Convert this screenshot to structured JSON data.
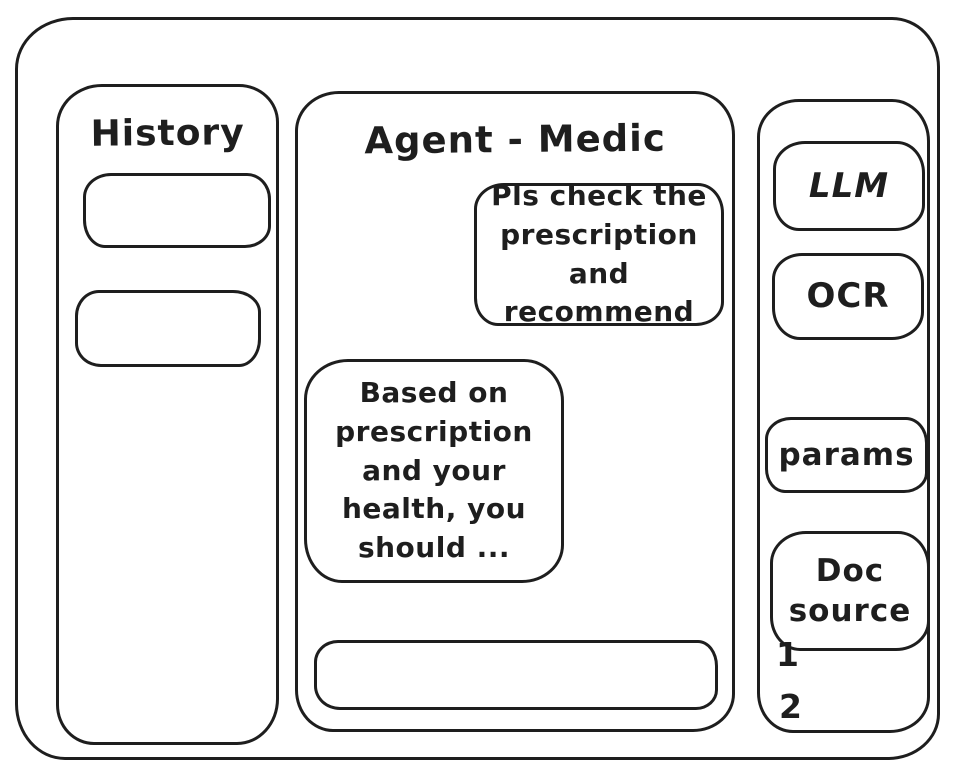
{
  "colors": {
    "stroke": "#1e1e1e",
    "background": "#ffffff"
  },
  "history_panel": {
    "title": "History",
    "items": [
      {
        "label": ""
      },
      {
        "label": ""
      }
    ]
  },
  "chat": {
    "title": "Agent - Medic",
    "messages": [
      {
        "role": "user",
        "text": "Pls check the\nprescription\nand recommend"
      },
      {
        "role": "assistant",
        "text": "Based on\nprescription\nand your\nhealth, you\nshould ..."
      }
    ],
    "input": {
      "value": ""
    }
  },
  "tools_panel": {
    "items": [
      {
        "label": "LLM"
      },
      {
        "label": "OCR"
      },
      {
        "label": "params"
      },
      {
        "label": "Doc\nsource"
      }
    ],
    "doc_sources": [
      "1",
      "2"
    ]
  }
}
